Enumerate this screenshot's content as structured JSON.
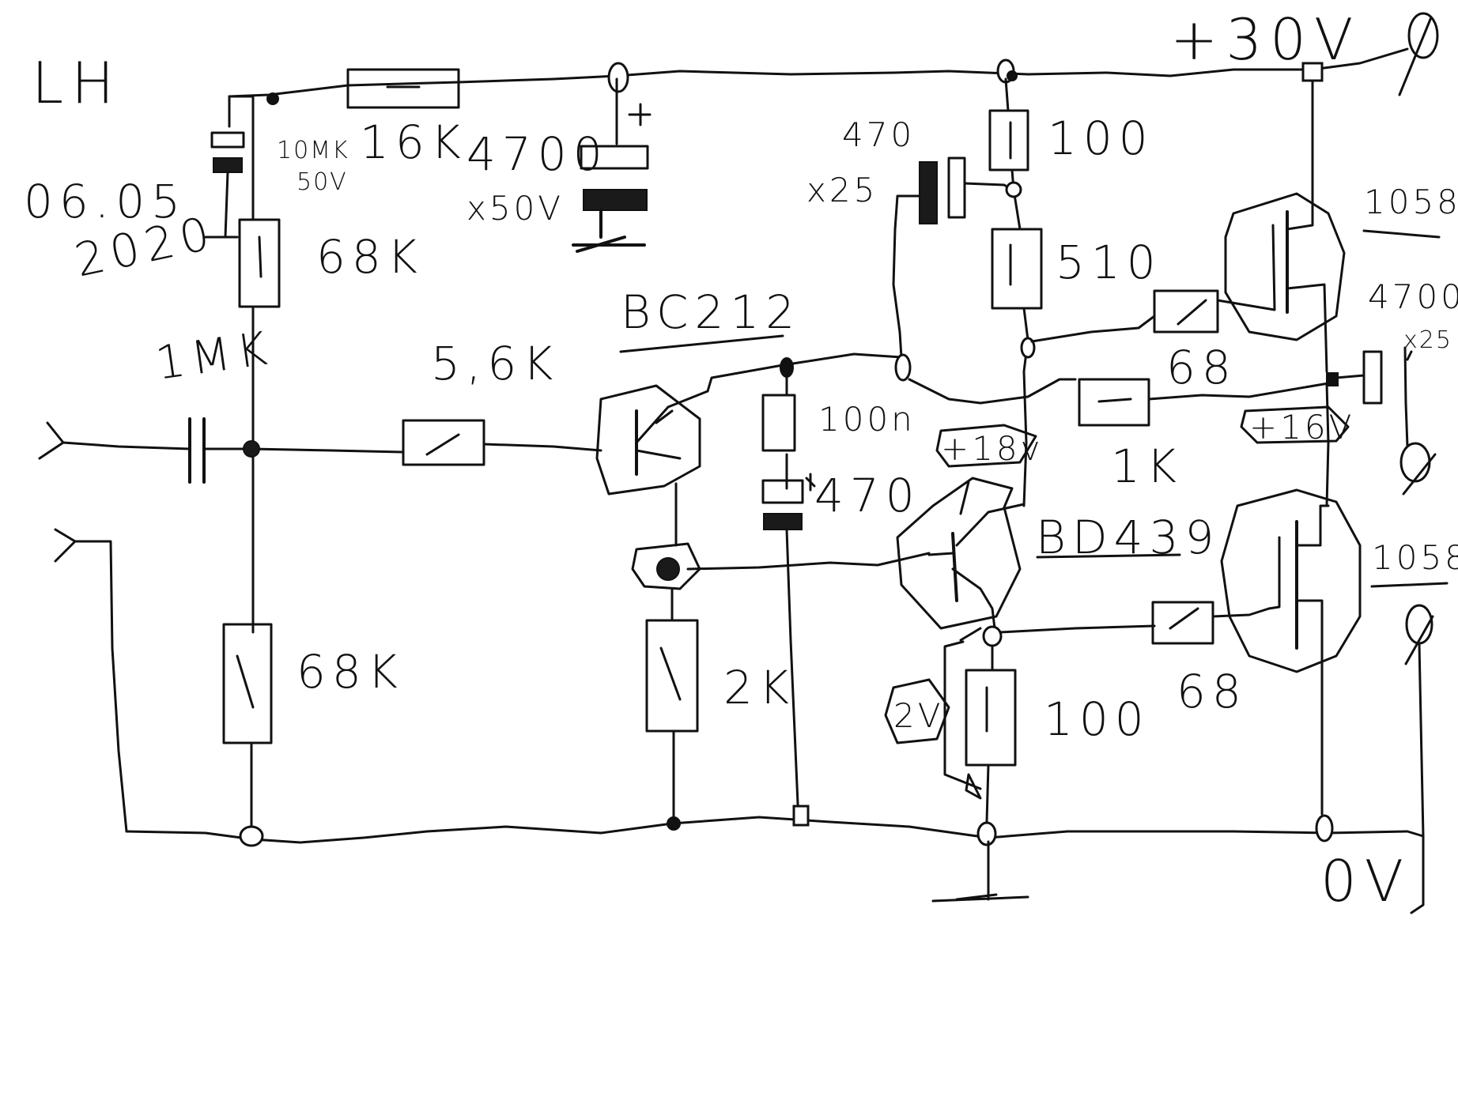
{
  "title_block": {
    "code": "LH",
    "date": "06.05",
    "year": "2020"
  },
  "supply": {
    "top": "+30V",
    "bottom": "0V"
  },
  "components": {
    "r_16k": "16K",
    "c_10mk": "10MK",
    "c_10mk_v": "50V",
    "c_4700": "4700",
    "c_4700_v": "x50V",
    "r_68k_top": "68K",
    "c_1mk": "1MK",
    "r_56k": "5,6K",
    "r_68k_bottom": "68K",
    "q1": "BC212",
    "c_470_top": "470",
    "c_470_top_v": "x25",
    "r_100_top": "100",
    "r_510": "510",
    "r_68_top": "68",
    "q3": "1058",
    "c_4700_out": "4700",
    "c_4700_out_v": "x25",
    "c_100n": "100n",
    "c_470_mid": "470",
    "r_1k": "1K",
    "q2": "BD439",
    "r_2k": "2K",
    "r_100_bottom": "100",
    "r_68_bottom": "68",
    "q4": "1058"
  },
  "voltages": {
    "v18": "+18v",
    "v16": "+16V",
    "v2": "2V"
  }
}
